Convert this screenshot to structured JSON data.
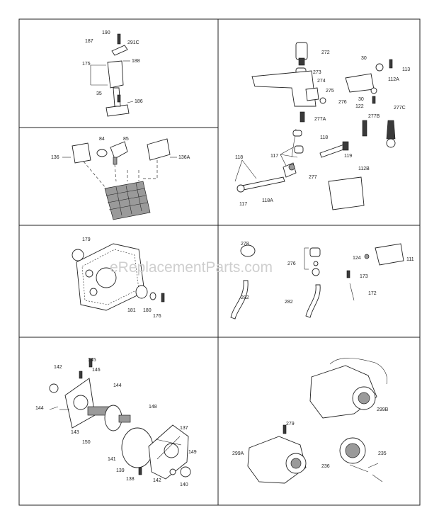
{
  "watermark": "eReplacementParts.com",
  "labels": {
    "p190": "190",
    "p291C": "291C",
    "p187": "187",
    "p175": "175",
    "p188": "188",
    "p35": "35",
    "p186": "186",
    "p84": "84",
    "p85": "85",
    "p136": "136",
    "p136A": "136A",
    "p272": "272",
    "p273": "273",
    "p274": "274",
    "p275": "275",
    "p276": "276",
    "p277A": "277A",
    "p30a": "30",
    "p113": "113",
    "p112A": "112A",
    "p30b": "30",
    "p122": "122",
    "p277B": "277B",
    "p277C": "277C",
    "p118a": "118",
    "p117a": "117",
    "p119": "119",
    "p118b": "118",
    "p277": "277",
    "p117b": "117",
    "p118A": "118A",
    "p112B": "112B",
    "p179": "179",
    "p181": "181",
    "p180": "180",
    "p176": "176",
    "p278": "278",
    "p276b": "276",
    "p282a": "282",
    "p282b": "282",
    "p173": "173",
    "p172": "172",
    "p124": "124",
    "p111": "111",
    "p145": "145",
    "p146": "146",
    "p142a": "142",
    "p144a": "144",
    "p144b": "144",
    "p143": "143",
    "p148": "148",
    "p150": "150",
    "p137": "137",
    "p141": "141",
    "p149": "149",
    "p139": "139",
    "p138": "138",
    "p142b": "142",
    "p140": "140",
    "p279": "279",
    "p299B": "299B",
    "p299A": "299A",
    "p235": "235",
    "p236": "236"
  }
}
